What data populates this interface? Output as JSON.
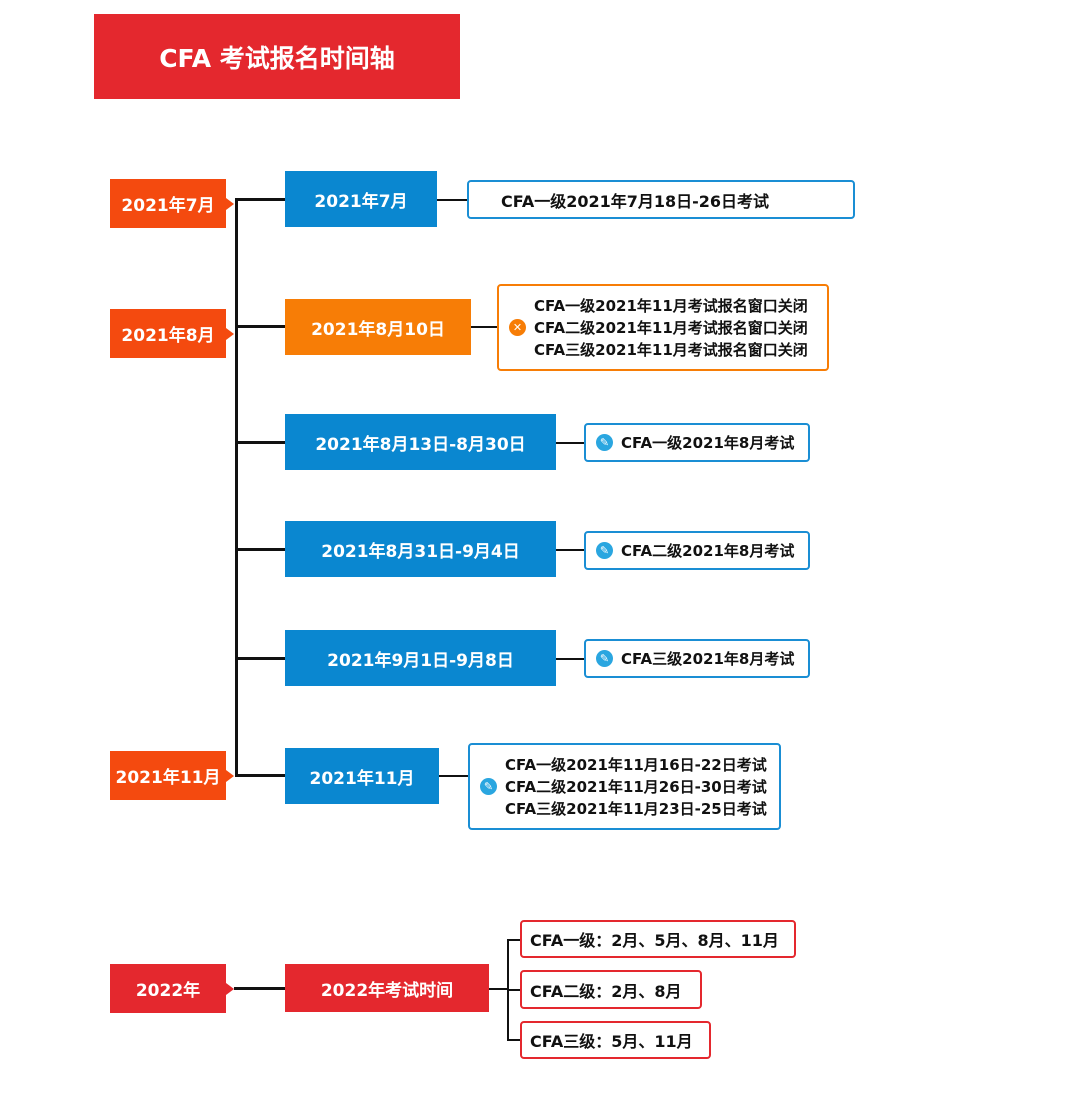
{
  "title": "CFA 考试报名时间轴",
  "months": [
    "2021年7月",
    "2021年8月",
    "2021年11月"
  ],
  "events": [
    {
      "date": "2021年7月",
      "details": [
        "CFA一级2021年7月18日-26日考试"
      ]
    },
    {
      "date": "2021年8月10日",
      "details": [
        "CFA一级2021年11月考试报名窗口关闭",
        "CFA二级2021年11月考试报名窗口关闭",
        "CFA三级2021年11月考试报名窗口关闭"
      ],
      "icon": "close-circle-icon"
    },
    {
      "date": "2021年8月13日-8月30日",
      "details": [
        "CFA一级2021年8月考试"
      ],
      "icon": "pencil-icon"
    },
    {
      "date": "2021年8月31日-9月4日",
      "details": [
        "CFA二级2021年8月考试"
      ],
      "icon": "pencil-icon"
    },
    {
      "date": "2021年9月1日-9月8日",
      "details": [
        "CFA三级2021年8月考试"
      ],
      "icon": "pencil-icon"
    },
    {
      "date": "2021年11月",
      "details": [
        "CFA一级2021年11月16日-22日考试",
        "CFA二级2021年11月26日-30日考试",
        "CFA三级2021年11月23日-25日考试"
      ],
      "icon": "pencil-icon"
    }
  ],
  "y2022": {
    "label": "2022年",
    "box": "2022年考试时间",
    "items": [
      "CFA一级：2月、5月、8月、11月",
      "CFA二级：2月、8月",
      "CFA三级：5月、11月"
    ]
  },
  "colors": {
    "red": "#e4282e",
    "orange_red": "#f44a0f",
    "blue": "#0a87d0",
    "orange": "#f77d06"
  }
}
